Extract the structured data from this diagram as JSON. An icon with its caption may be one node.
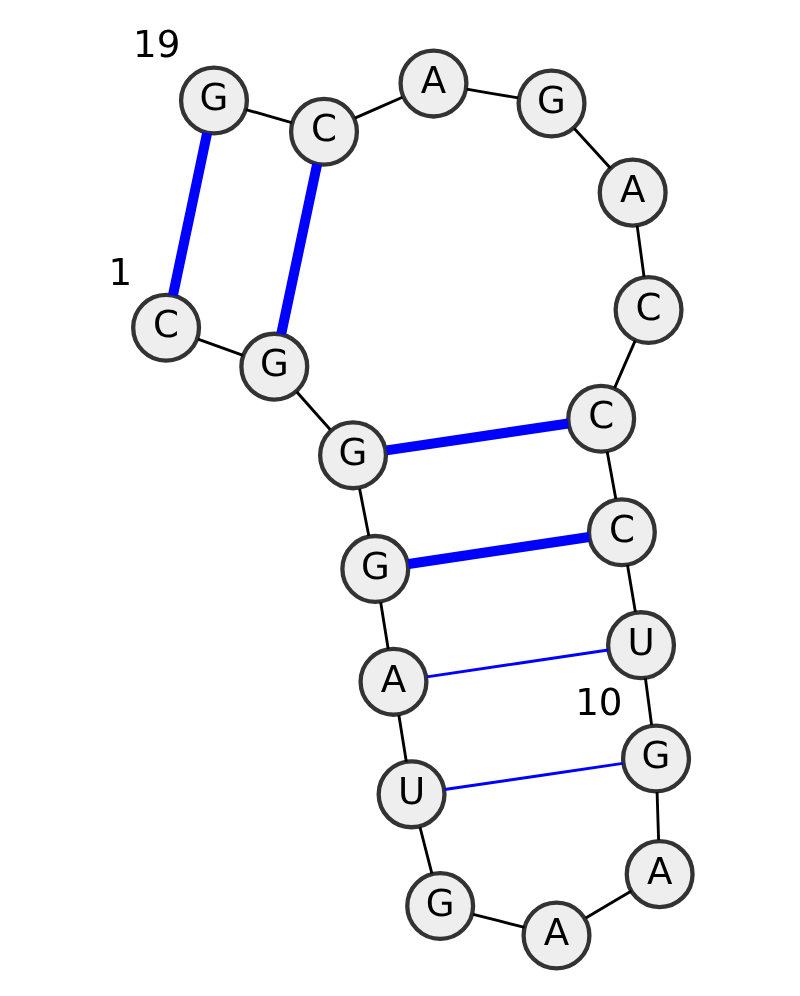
{
  "diagram": {
    "nodes": [
      {
        "text": [
          "C"
        ],
        "beside": [
          "1"
        ]
      },
      {
        "text": [
          "G"
        ]
      },
      {
        "text": [
          "G"
        ]
      },
      {
        "text": [
          "G"
        ]
      },
      {
        "text": [
          "A"
        ]
      },
      {
        "text": [
          "U"
        ]
      },
      {
        "text": [
          "G"
        ]
      },
      {
        "text": [
          "A"
        ]
      },
      {
        "text": [
          "A"
        ]
      },
      {
        "text": [
          "G"
        ],
        "beside": [
          "10"
        ]
      },
      {
        "text": [
          "U"
        ]
      },
      {
        "text": [
          "C"
        ]
      },
      {
        "text": [
          "C"
        ]
      },
      {
        "text": [
          "C"
        ]
      },
      {
        "text": [
          "A"
        ]
      },
      {
        "text": [
          "G"
        ]
      },
      {
        "text": [
          "A"
        ]
      },
      {
        "text": [
          "C"
        ]
      },
      {
        "text": [
          "G"
        ],
        "beside": [
          "19"
        ]
      }
    ],
    "edges": [
      {
        "from": 0,
        "to": 1,
        "arrow": "none"
      },
      {
        "from": 1,
        "to": 2,
        "arrow": "none"
      },
      {
        "from": 2,
        "to": 3,
        "arrow": "none"
      },
      {
        "from": 3,
        "to": 4,
        "arrow": "none"
      },
      {
        "from": 4,
        "to": 5,
        "arrow": "none"
      },
      {
        "from": 5,
        "to": 6,
        "arrow": "none"
      },
      {
        "from": 6,
        "to": 7,
        "arrow": "none"
      },
      {
        "from": 7,
        "to": 8,
        "arrow": "none"
      },
      {
        "from": 8,
        "to": 9,
        "arrow": "none"
      },
      {
        "from": 9,
        "to": 10,
        "arrow": "none"
      },
      {
        "from": 10,
        "to": 11,
        "arrow": "none"
      },
      {
        "from": 11,
        "to": 12,
        "arrow": "none"
      },
      {
        "from": 12,
        "to": 13,
        "arrow": "none"
      },
      {
        "from": 13,
        "to": 14,
        "arrow": "none"
      },
      {
        "from": 14,
        "to": 15,
        "arrow": "none"
      },
      {
        "from": 15,
        "to": 16,
        "arrow": "none"
      },
      {
        "from": 16,
        "to": 17,
        "arrow": "none"
      },
      {
        "from": 17,
        "to": 18,
        "arrow": "none"
      },
      {
        "from": 0,
        "to": 18,
        "arrow": "none",
        "style": "thick",
        "color": "#0000ff"
      },
      {
        "from": 1,
        "to": 17,
        "arrow": "none",
        "style": "thick",
        "color": "#0000ff"
      },
      {
        "from": 2,
        "to": 12,
        "arrow": "none",
        "style": "thick",
        "color": "#0000ff"
      },
      {
        "from": 3,
        "to": 11,
        "arrow": "none",
        "style": "thick",
        "color": "#0000ff"
      },
      {
        "from": 4,
        "to": 10,
        "arrow": "none",
        "color": "#0000ff"
      },
      {
        "from": 5,
        "to": 9,
        "arrow": "none",
        "color": "#0000ff"
      }
    ]
  }
}
